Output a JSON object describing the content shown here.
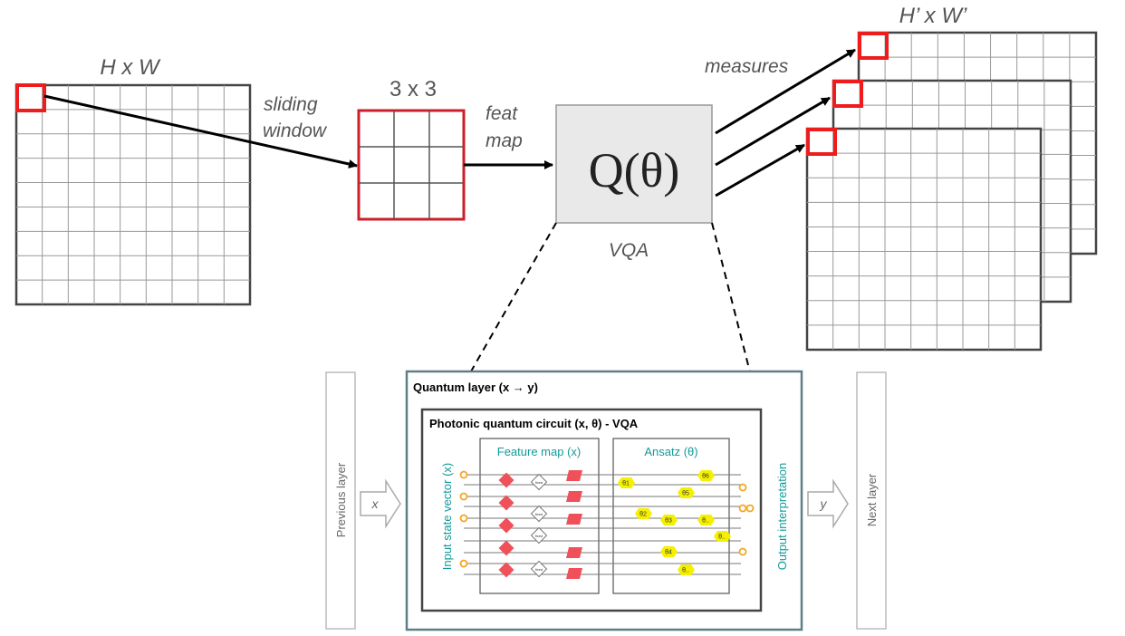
{
  "labels": {
    "input_grid": "H x W",
    "sliding_window_1": "sliding",
    "sliding_window_2": "window",
    "kernel": "3 x 3",
    "feat_map_1": "feat",
    "feat_map_2": "map",
    "q_box": "Q(θ)",
    "vqa": "VQA",
    "measures": "measures",
    "output_grid": "H’ x W’"
  },
  "quantum_layer": {
    "title": "Quantum layer (x → y)",
    "circuit_title": "Photonic quantum circuit (x, θ) - VQA",
    "input_state": "Input state vector (x)",
    "feature_map": "Feature map (x)",
    "ansatz": "Ansatz (θ)",
    "output_interp": "Output interpretation",
    "previous_layer": "Previous layer",
    "next_layer": "Next layer",
    "x_arrow": "x",
    "y_arrow": "y",
    "fixed_label": "fixed",
    "theta_gates": [
      "θ1",
      "θ2",
      "θ3",
      "θ4",
      "θ5",
      "θ6",
      "θ..",
      "θ..",
      "θ.."
    ]
  },
  "colors": {
    "red": "#ee1c1c",
    "teal": "#139a9a",
    "gate_red": "#f0505a",
    "gate_yellow": "#f4f000",
    "mode_orange": "#f5a623",
    "box_gray": "#e9e9e9",
    "outer_border": "#5f7f86"
  }
}
